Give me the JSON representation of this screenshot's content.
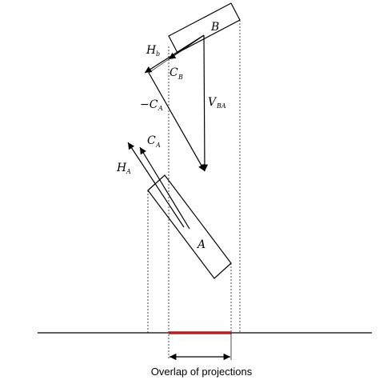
{
  "labels": {
    "B": "B",
    "A": "A",
    "H_b_main": "H",
    "H_b_sub": "b",
    "C_B_main": "C",
    "C_B_sub": "B",
    "minus_C_A_main": "−C",
    "minus_C_A_sub": "A",
    "V_BA_main": "V",
    "V_BA_sub": "BA",
    "C_A_main": "C",
    "C_A_sub": "A",
    "H_A_main": "H",
    "H_A_sub": "A",
    "caption": "Overlap of projections"
  },
  "colors": {
    "overlap_highlight": "#b22222"
  }
}
